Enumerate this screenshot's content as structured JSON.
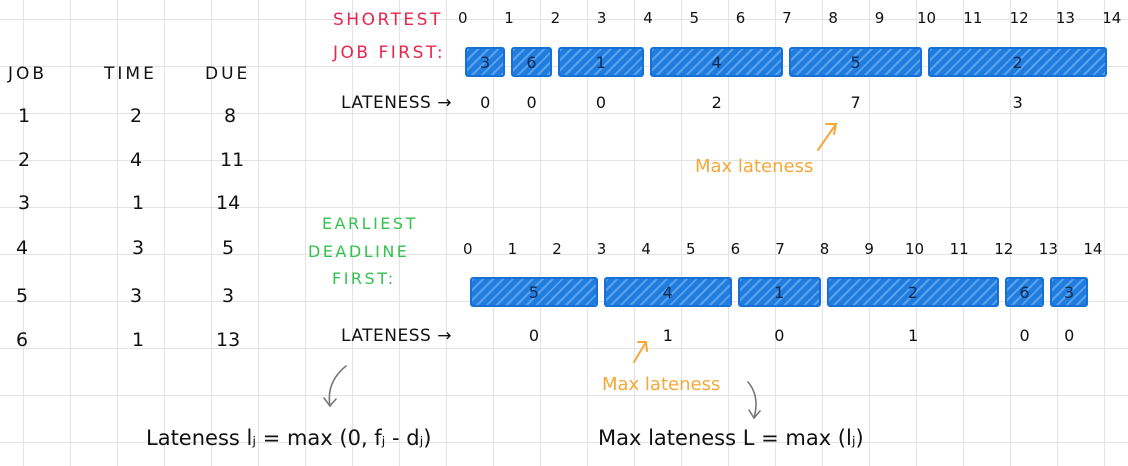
{
  "table": {
    "headers": [
      "JOB",
      "TIME",
      "DUE"
    ],
    "rows": [
      {
        "job": "1",
        "time": "2",
        "due": "8"
      },
      {
        "job": "2",
        "time": "4",
        "due": "11"
      },
      {
        "job": "3",
        "time": "1",
        "due": "14"
      },
      {
        "job": "4",
        "time": "3",
        "due": "5"
      },
      {
        "job": "5",
        "time": "3",
        "due": "3"
      },
      {
        "job": "6",
        "time": "1",
        "due": "13"
      }
    ]
  },
  "sjf": {
    "label_line1": "SHORTEST",
    "label_line2": "JOB FIRST:",
    "ticks": [
      "0",
      "1",
      "2",
      "3",
      "4",
      "5",
      "6",
      "7",
      "8",
      "9",
      "10",
      "11",
      "12",
      "13",
      "14"
    ],
    "blocks": [
      {
        "job": "3",
        "start": 0,
        "end": 1
      },
      {
        "job": "6",
        "start": 1,
        "end": 2
      },
      {
        "job": "1",
        "start": 2,
        "end": 4
      },
      {
        "job": "4",
        "start": 4,
        "end": 7
      },
      {
        "job": "5",
        "start": 7,
        "end": 10
      },
      {
        "job": "2",
        "start": 10,
        "end": 14
      }
    ],
    "lateness_label": "LATENESS →",
    "lateness": [
      {
        "value": "0",
        "t": 0.5
      },
      {
        "value": "0",
        "t": 1.5
      },
      {
        "value": "0",
        "t": 3
      },
      {
        "value": "2",
        "t": 5.5
      },
      {
        "value": "7",
        "t": 8.5
      },
      {
        "value": "3",
        "t": 12
      }
    ],
    "max_label": "Max lateness"
  },
  "edf": {
    "label_line1": "EARLIEST",
    "label_line2": "DEADLINE",
    "label_line3": "FIRST:",
    "ticks": [
      "0",
      "1",
      "2",
      "3",
      "4",
      "5",
      "6",
      "7",
      "8",
      "9",
      "10",
      "11",
      "12",
      "13",
      "14"
    ],
    "blocks": [
      {
        "job": "5",
        "start": 0,
        "end": 3
      },
      {
        "job": "4",
        "start": 3,
        "end": 6
      },
      {
        "job": "1",
        "start": 6,
        "end": 8
      },
      {
        "job": "2",
        "start": 8,
        "end": 12
      },
      {
        "job": "6",
        "start": 12,
        "end": 13
      },
      {
        "job": "3",
        "start": 13,
        "end": 14
      }
    ],
    "lateness_label": "LATENESS →",
    "lateness": [
      {
        "value": "0",
        "t": 1.5
      },
      {
        "value": "1",
        "t": 4.5
      },
      {
        "value": "0",
        "t": 7
      },
      {
        "value": "1",
        "t": 10
      },
      {
        "value": "0",
        "t": 12.5
      },
      {
        "value": "0",
        "t": 13.5
      }
    ],
    "max_label": "Max lateness"
  },
  "formulas": {
    "lateness": "Lateness lⱼ = max (0, fⱼ - dⱼ)",
    "max_lateness": "Max lateness L = max (lⱼ)"
  },
  "colors": {
    "block": "#1f7de0",
    "sjf_label": "#e8264d",
    "edf_label": "#34c24e",
    "annotation": "#f5a838"
  }
}
